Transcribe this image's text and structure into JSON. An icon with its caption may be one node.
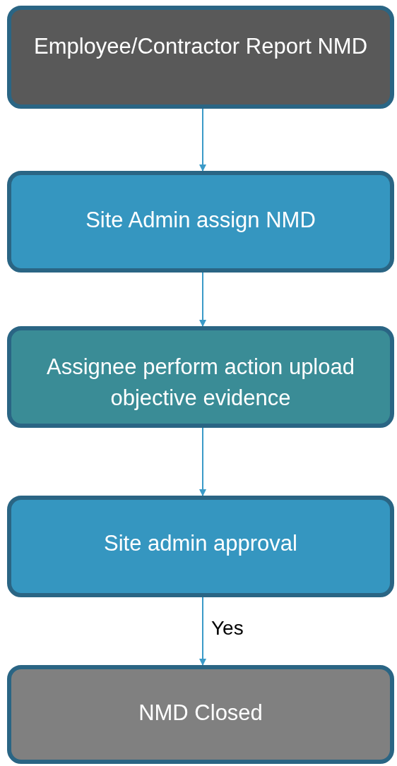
{
  "diagram": {
    "nodes": [
      {
        "text": [
          "Employee/Contractor Report NMD"
        ]
      },
      {
        "text": [
          "Site Admin assign NMD"
        ]
      },
      {
        "text": [
          "Assignee perform action upload objective evidence"
        ]
      },
      {
        "text": [
          "Site admin approval"
        ]
      },
      {
        "text": [
          "NMD Closed"
        ]
      }
    ],
    "edges": [
      {
        "from": 0,
        "to": 1,
        "arrow": "to"
      },
      {
        "from": 1,
        "to": 2,
        "arrow": "to"
      },
      {
        "from": 2,
        "to": 3,
        "arrow": "to"
      },
      {
        "from": 3,
        "to": 4,
        "arrow": "to",
        "label": "Yes"
      }
    ]
  }
}
